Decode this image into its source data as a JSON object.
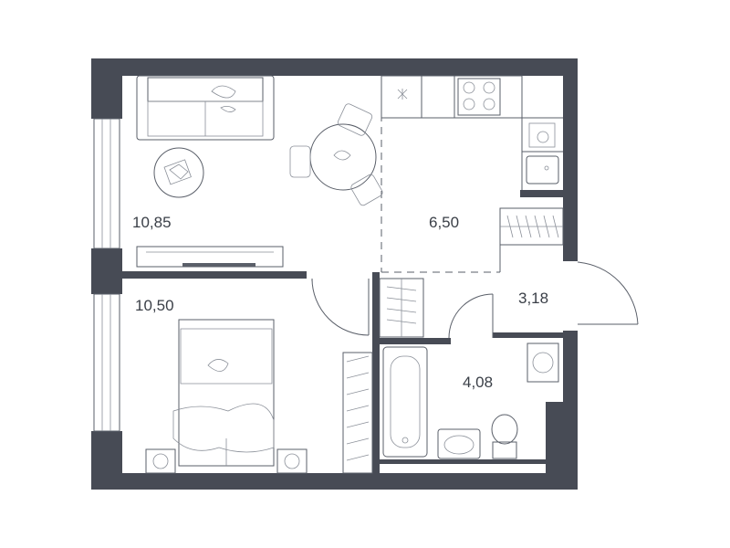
{
  "colors": {
    "wall": "#474b55",
    "line": "#5a5f69",
    "background": "#ffffff"
  },
  "rooms": [
    {
      "id": "living",
      "area": "10,85"
    },
    {
      "id": "kitchen",
      "area": "6,50"
    },
    {
      "id": "bedroom",
      "area": "10,50"
    },
    {
      "id": "hall",
      "area": "3,18"
    },
    {
      "id": "bathroom",
      "area": "4,08"
    }
  ]
}
